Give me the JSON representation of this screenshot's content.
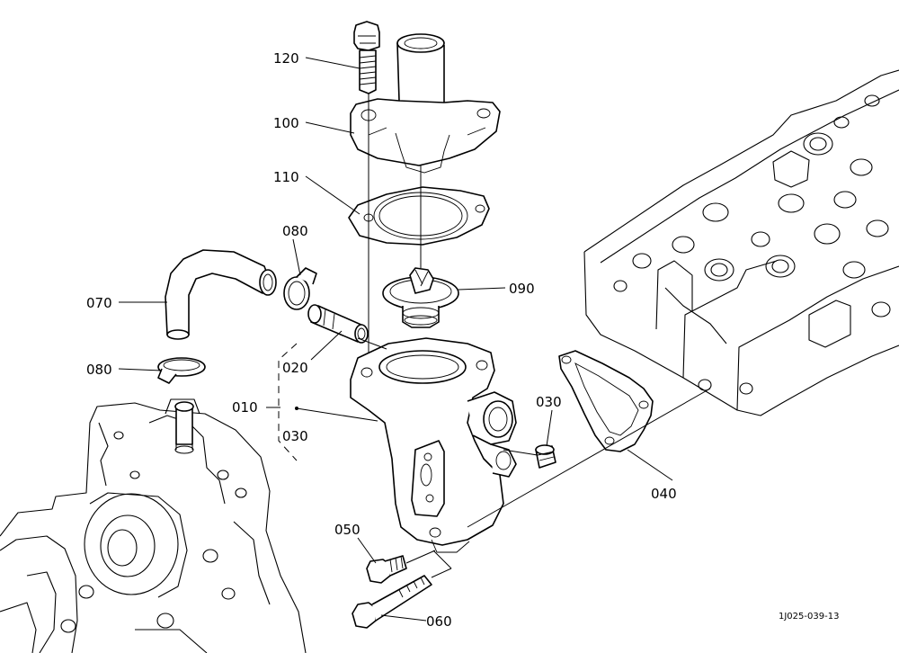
{
  "diagram": {
    "reference_code": "1J025-039-13",
    "parts": [
      {
        "id": "p120",
        "label": "120",
        "icon": "bolt-icon"
      },
      {
        "id": "p100",
        "label": "100",
        "icon": "water-flange-icon"
      },
      {
        "id": "p110",
        "label": "110",
        "icon": "gasket-icon"
      },
      {
        "id": "p080a",
        "label": "080",
        "icon": "hose-clamp-icon"
      },
      {
        "id": "p070",
        "label": "070",
        "icon": "bypass-hose-icon"
      },
      {
        "id": "p090",
        "label": "090",
        "icon": "thermostat-icon"
      },
      {
        "id": "p020",
        "label": "020",
        "icon": "pipe-icon"
      },
      {
        "id": "p080b",
        "label": "080",
        "icon": "hose-clamp-icon"
      },
      {
        "id": "p010",
        "label": "010",
        "icon": "thermostat-housing-icon"
      },
      {
        "id": "p030a",
        "label": "030",
        "icon": "plug-icon"
      },
      {
        "id": "p030b",
        "label": "030",
        "icon": "plug-icon"
      },
      {
        "id": "p040",
        "label": "040",
        "icon": "gasket-icon"
      },
      {
        "id": "p050",
        "label": "050",
        "icon": "bolt-icon"
      },
      {
        "id": "p060",
        "label": "060",
        "icon": "bolt-icon"
      }
    ]
  }
}
